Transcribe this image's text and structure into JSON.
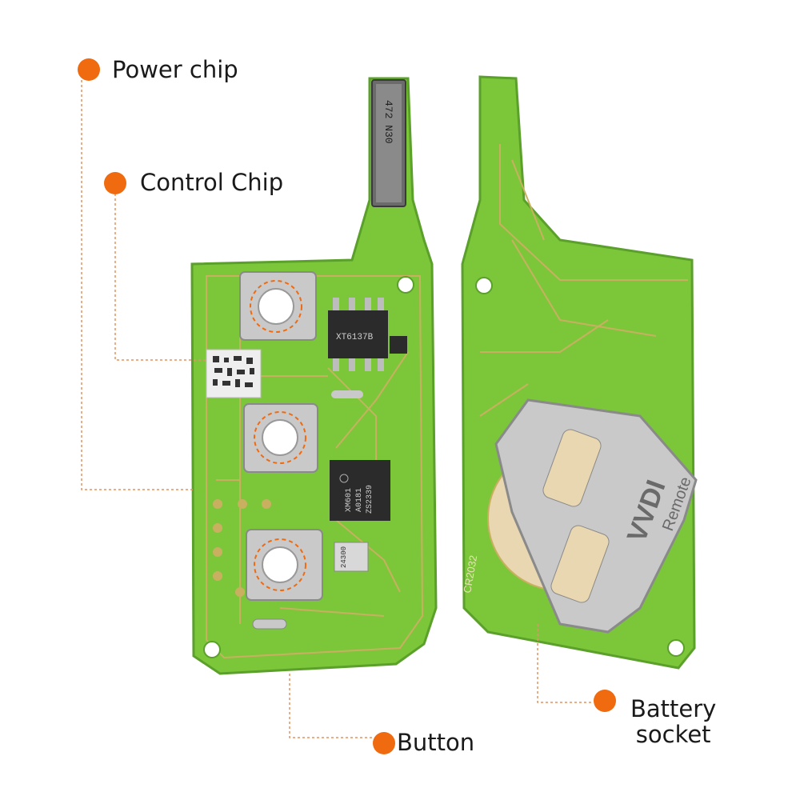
{
  "colors": {
    "marker": "#f06a10",
    "leader": "#d8956a",
    "pcb": "#7cc63a",
    "pcb_dark": "#5aa02a",
    "trace": "#c9b060",
    "metal": "#c9c9c9",
    "chip": "#2b2b2b"
  },
  "labels": {
    "power_chip": "Power chip",
    "control_chip": "Control Chip",
    "button": "Button",
    "battery_line1": "Battery",
    "battery_line2": "socket"
  },
  "board_markings": {
    "power_chip_code": "472 N30",
    "control_chip_code": "XT6137B",
    "rf_chip_line1": "XM601",
    "rf_chip_line2": "A0181",
    "rf_chip_line3": "ZS2339",
    "crystal_code": "24300",
    "battery_model": "CR2032",
    "battery_brand": "VVDI",
    "battery_sub": "Remote"
  }
}
